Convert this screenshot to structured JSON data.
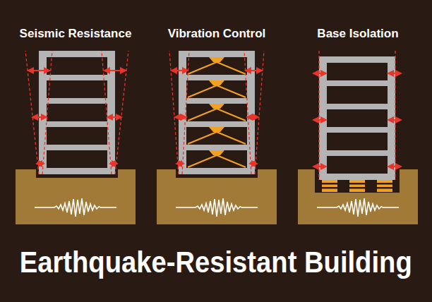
{
  "diagram": {
    "title": "Earthquake-Resistant Building",
    "labels": [
      "Seismic Resistance",
      "Vibration Control",
      "Base Isolation"
    ]
  }
}
